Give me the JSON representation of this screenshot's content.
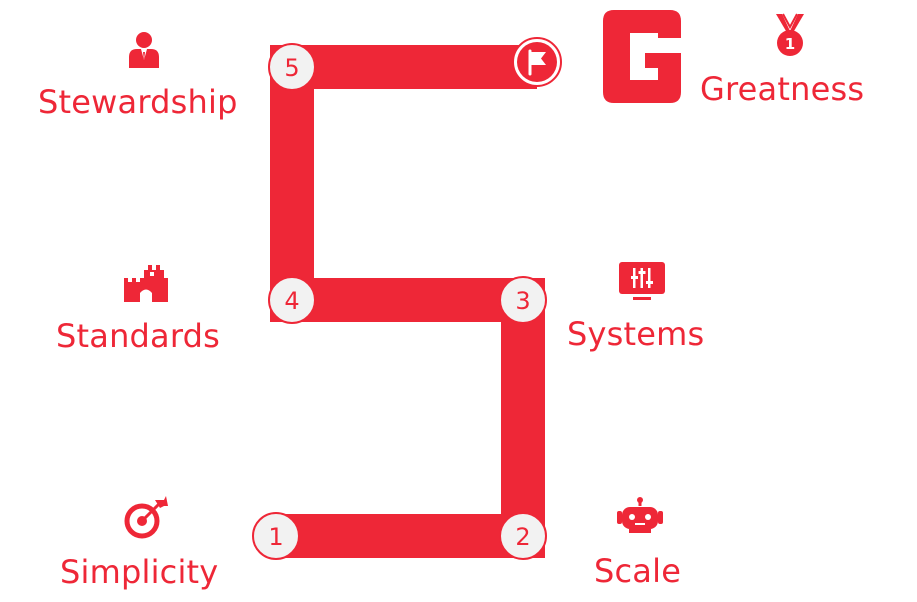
{
  "colors": {
    "accent": "#ee2737",
    "node_fill": "#f2f2f2",
    "node_stroke": "#ee2737",
    "node_text": "#ee2737",
    "background": "#ffffff"
  },
  "steps": [
    {
      "number": "1",
      "label": "Simplicity",
      "icon": "target-arrow-icon"
    },
    {
      "number": "2",
      "label": "Scale",
      "icon": "robot-icon"
    },
    {
      "number": "3",
      "label": "Systems",
      "icon": "monitor-equalizer-icon"
    },
    {
      "number": "4",
      "label": "Standards",
      "icon": "castle-icon"
    },
    {
      "number": "5",
      "label": "Stewardship",
      "icon": "person-suit-icon"
    }
  ],
  "goal": {
    "label": "Greatness",
    "icon": "medal-icon",
    "node_icon": "flag-icon",
    "logo_letter": "G"
  }
}
